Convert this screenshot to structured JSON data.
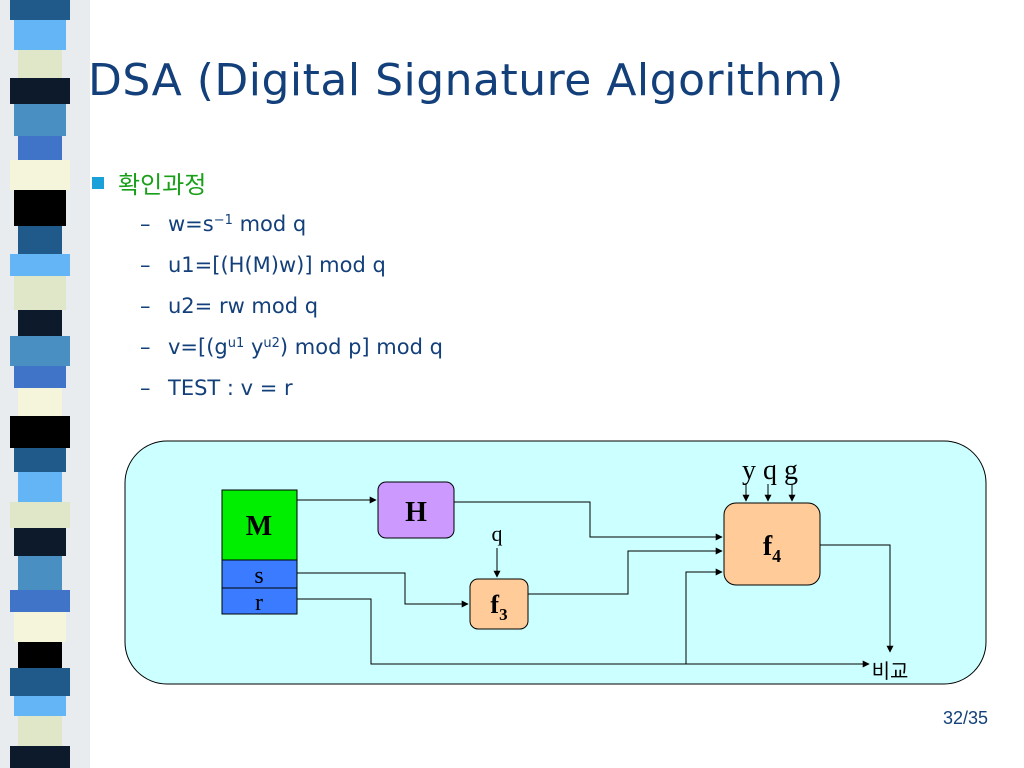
{
  "slide": {
    "title": "DSA (Digital Signature Algorithm)",
    "page_number": "32/35"
  },
  "bullet": {
    "label": "확인과정",
    "subitems": {
      "w": {
        "prefix": "w=s",
        "sup": "−1",
        "suffix": " mod q"
      },
      "u1": {
        "text": "u1=[(H(M)w)] mod q"
      },
      "u2": {
        "text": "u2= rw mod q"
      },
      "v": {
        "prefix": "v=[(g",
        "sup1": "u1",
        "mid": " y",
        "sup2": "u2",
        "suffix": ") mod p] mod q"
      },
      "test": {
        "text": "TEST : v = r"
      }
    }
  },
  "diagram": {
    "m_label": "M",
    "s_label": "s",
    "r_label": "r",
    "h_label": "H",
    "q_label": "q",
    "f3_base": "f",
    "f3_sub": "3",
    "f4_base": "f",
    "f4_sub": "4",
    "ypq_label": "y q g",
    "compare_label": "비교"
  },
  "colors": {
    "title": "#13407a",
    "bullet_square": "#1aa1d9",
    "bullet_text": "#1a9f1a",
    "panel_bg": "#ccffff",
    "m_box": "#00ee00",
    "sr_box": "#3a7bff",
    "h_box": "#cc99ff",
    "f_box": "#ffcc99"
  }
}
